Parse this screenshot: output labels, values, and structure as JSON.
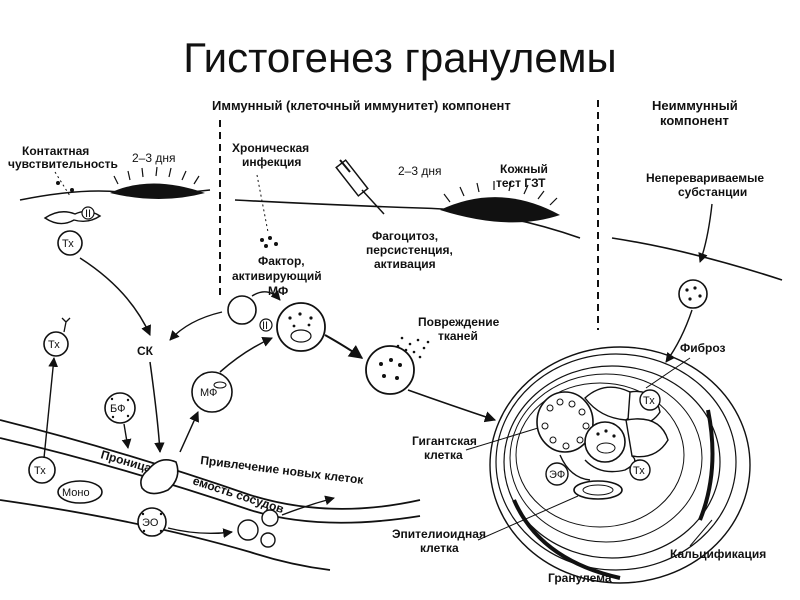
{
  "title": "Гистогенез гранулемы",
  "headers": {
    "immune": "Иммунный (клеточный иммунитет) компонент",
    "nonimmune_line1": "Неиммунный",
    "nonimmune_line2": "компонент"
  },
  "labels": {
    "contact_line1": "Контактная",
    "contact_line2": "чувствительность",
    "days_left": "2–3 дня",
    "chronic_line1": "Хроническая",
    "chronic_line2": "инфекция",
    "days_mid": "2–3 дня",
    "skin_line1": "Кожный",
    "skin_line2": "тест ГЗТ",
    "indigestible_line1": "Неперевариваемые",
    "indigestible_line2": "субстанции",
    "factor_line1": "Фактор,",
    "factor_line2": "активирующий",
    "factor_line3": "МФ",
    "phago_line1": "Фагоцитоз,",
    "phago_line2": "персистенция,",
    "phago_line3": "активация",
    "damage_line1": "Повреждение",
    "damage_line2": "тканей",
    "fibrosis": "Фиброз",
    "giant_line1": "Гигантская",
    "giant_line2": "клетка",
    "epith_line1": "Эпителиоидная",
    "epith_line2": "клетка",
    "calc": "Кальцификация",
    "granuloma": "Гранулема",
    "recruit": "Привлечение новых клеток",
    "perm1": "Проница",
    "perm2": "емость сосудов"
  },
  "cells": {
    "tx": "Тх",
    "sk": "СК",
    "mf": "МФ",
    "bf": "БФ",
    "mono": "Моно",
    "eo": "ЭО",
    "ef": "ЭФ",
    "ii": "II"
  }
}
